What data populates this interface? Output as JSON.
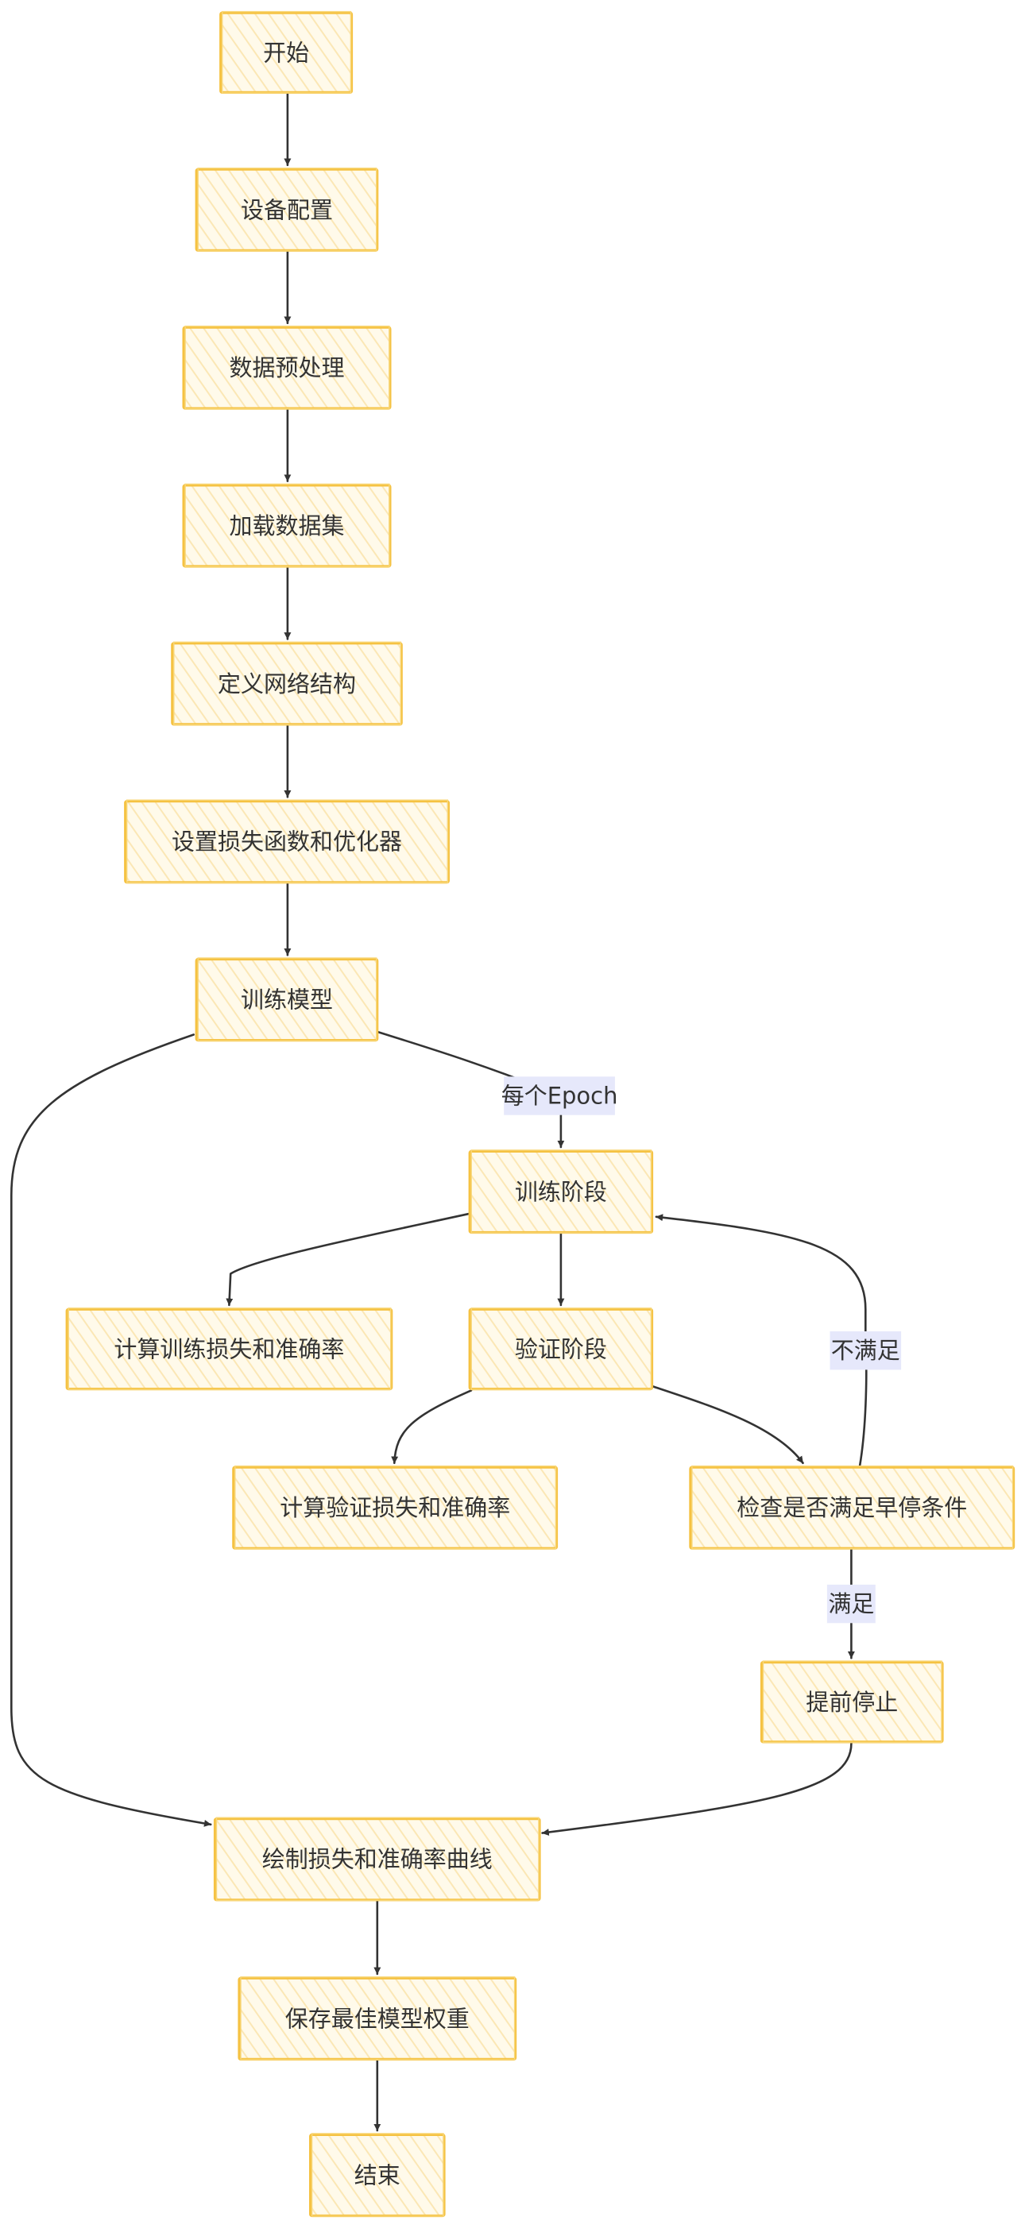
{
  "nodes": [
    {
      "id": "start",
      "label": "开始"
    },
    {
      "id": "device",
      "label": "设备配置"
    },
    {
      "id": "preprocess",
      "label": "数据预处理"
    },
    {
      "id": "load",
      "label": "加载数据集"
    },
    {
      "id": "network",
      "label": "定义网络结构"
    },
    {
      "id": "lossopt",
      "label": "设置损失函数和优化器"
    },
    {
      "id": "train",
      "label": "训练模型"
    },
    {
      "id": "trainphase",
      "label": "训练阶段"
    },
    {
      "id": "trainmetrics",
      "label": "计算训练损失和准确率"
    },
    {
      "id": "valphase",
      "label": "验证阶段"
    },
    {
      "id": "valmetrics",
      "label": "计算验证损失和准确率"
    },
    {
      "id": "earlycheck",
      "label": "检查是否满足早停条件"
    },
    {
      "id": "stop",
      "label": "提前停止"
    },
    {
      "id": "plot",
      "label": "绘制损失和准确率曲线"
    },
    {
      "id": "save",
      "label": "保存最佳模型权重"
    },
    {
      "id": "end",
      "label": "结束"
    }
  ],
  "edges": [
    {
      "id": "start-device",
      "from": "start",
      "to": "device"
    },
    {
      "id": "device-preprocess",
      "from": "device",
      "to": "preprocess"
    },
    {
      "id": "preprocess-load",
      "from": "preprocess",
      "to": "load"
    },
    {
      "id": "load-network",
      "from": "load",
      "to": "network"
    },
    {
      "id": "network-lossopt",
      "from": "network",
      "to": "lossopt"
    },
    {
      "id": "lossopt-train",
      "from": "lossopt",
      "to": "train"
    },
    {
      "id": "train-trainphase",
      "from": "train",
      "to": "trainphase",
      "label": "每个Epoch"
    },
    {
      "id": "train-plot",
      "from": "train",
      "to": "plot"
    },
    {
      "id": "trainphase-trainmetrics",
      "from": "trainphase",
      "to": "trainmetrics"
    },
    {
      "id": "trainphase-valphase",
      "from": "trainphase",
      "to": "valphase"
    },
    {
      "id": "valphase-valmetrics",
      "from": "valphase",
      "to": "valmetrics"
    },
    {
      "id": "valphase-earlycheck",
      "from": "valphase",
      "to": "earlycheck"
    },
    {
      "id": "earlycheck-trainphase",
      "from": "earlycheck",
      "to": "trainphase",
      "label": "不满足"
    },
    {
      "id": "earlycheck-stop",
      "from": "earlycheck",
      "to": "stop",
      "label": "满足"
    },
    {
      "id": "stop-plot",
      "from": "stop",
      "to": "plot"
    },
    {
      "id": "plot-save",
      "from": "plot",
      "to": "save"
    },
    {
      "id": "save-end",
      "from": "save",
      "to": "end"
    }
  ],
  "colors": {
    "node_fill": "#fff8e1",
    "node_border": "#f5c242",
    "edge": "#333333",
    "edge_label_bg": "#e6e8fb",
    "text": "#333333"
  }
}
